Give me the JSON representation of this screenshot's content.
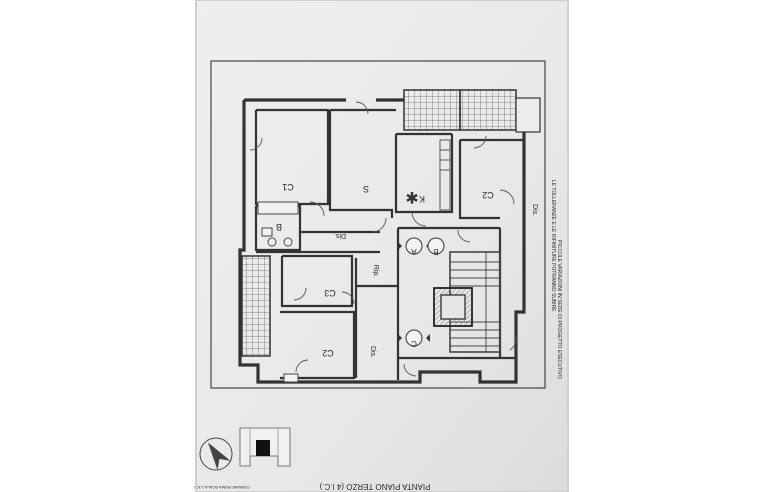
{
  "plan": {
    "rooms": {
      "c1": "C1",
      "s": "S",
      "k": "K",
      "c2_top": "C2",
      "b": "B",
      "dis_top": "Dis.",
      "dis_right": "Dis.",
      "dis_bottom": "Dis.",
      "c3": "C3",
      "c2_bottom": "C2",
      "rip": "Rip."
    },
    "stairs": {
      "a": "A",
      "b": "B",
      "c": "C"
    },
    "caption": "PIANTA PIANO TERZO (4 I.C.)",
    "side_note_1": "LE TOLLERANZE E LE RIFINITURE POTRANNO SUBIRE",
    "side_note_2": "PICCOLE VARIAZIONI IN SEDE DI PROGETTO ESECUTIVO",
    "footer_left": "COMUNE ROMA SCALA 1:100"
  },
  "colors": {
    "paper": "#eeeeee",
    "surround": "#ffffff",
    "line": "#3a3a3a",
    "hatch": "#777777",
    "highlight": "#111111"
  },
  "icons": [
    "asterisk-icon",
    "north-arrow-icon",
    "key-plan-icon",
    "door-swing-icon",
    "elevator-icon"
  ]
}
